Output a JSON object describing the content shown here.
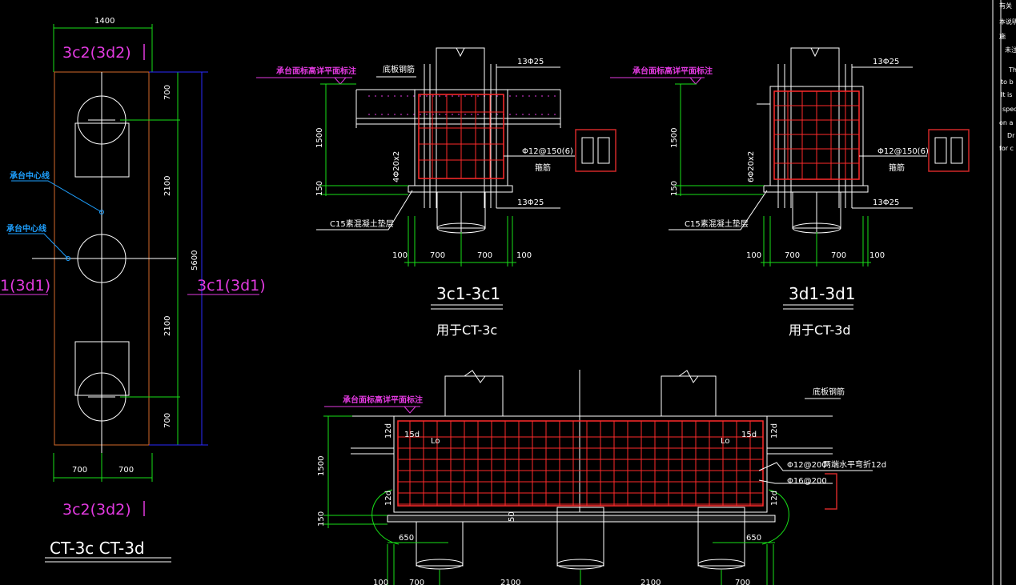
{
  "plan": {
    "dim_top": "1400",
    "section_top": "3c2(3d2)",
    "section_bottom": "3c2(3d2)",
    "section_left": "1(3d1)",
    "section_right": "3c1(3d1)",
    "dims_right": [
      "700",
      "2100",
      "2100",
      "700"
    ],
    "dim_total": "5600",
    "dims_bottom": [
      "700",
      "700"
    ],
    "centerline_label_1": "承台中心线",
    "centerline_label_2": "承台中心线",
    "title": "CT-3c  CT-3d"
  },
  "section_c": {
    "top_note": "承台面标高详平面标注",
    "bottom_rebar_note": "底板钢筋",
    "top_bars": "13Φ25",
    "bottom_bars": "13Φ25",
    "stirrup": "Φ12@150(6)",
    "stirrup_note": "箍筋",
    "side_bars": "4Φ20x2",
    "depth": "1500",
    "cushion_thk": "150",
    "cushion_note": "C15素混凝土垫层",
    "dims": [
      "100",
      "700",
      "700",
      "100"
    ],
    "title": "3c1-3c1",
    "subtitle": "用于CT-3c"
  },
  "section_d": {
    "top_note": "承台面标高详平面标注",
    "top_bars": "13Φ25",
    "bottom_bars": "13Φ25",
    "stirrup": "Φ12@150(6)",
    "stirrup_note": "箍筋",
    "side_bars": "6Φ20x2",
    "depth": "1500",
    "cushion_thk": "150",
    "cushion_note": "C15素混凝土垫层",
    "dims": [
      "100",
      "700",
      "700",
      "100"
    ],
    "title": "3d1-3d1",
    "subtitle": "用于CT-3d"
  },
  "long_section": {
    "top_note": "承台面标高详平面标注",
    "bottom_rebar_note": "底板钢筋",
    "anchor_left": "15d",
    "anchor_right": "15d",
    "lap_left": "Lo",
    "lap_right": "Lo",
    "hook_top_left": "12d",
    "hook_top_right": "12d",
    "hook_bot_left": "12d",
    "hook_bot_right": "12d",
    "bar_horiz": "Φ12@200",
    "bar_horiz_note": "两端水平弯折12d",
    "bar_vert": "Φ16@200",
    "depth": "1500",
    "cushion_thk": "150",
    "cover": "50",
    "edge_left": "650",
    "edge_right": "650",
    "dims_bottom": [
      "100",
      "700",
      "2100",
      "2100",
      "700"
    ]
  },
  "side_notes": [
    "有关",
    "本说明",
    "施",
    "未注明",
    "Th",
    "to b",
    "It is",
    "spec",
    "on a",
    "Dr",
    "for c"
  ],
  "colors": {
    "background": "#000000",
    "outline": "#ffffff",
    "rebar": "#ff2a2a",
    "dimension": "#18e018",
    "section_mark": "#e23ae0",
    "stirrup_box": "#d02828",
    "right_dim": "#2a2aff",
    "leader": "#1ea0ff"
  }
}
